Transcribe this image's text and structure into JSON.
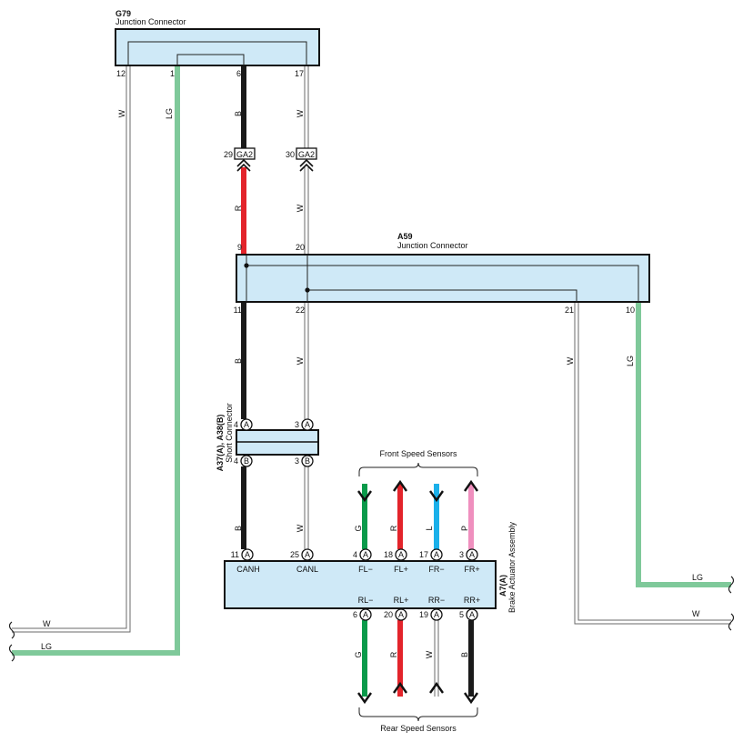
{
  "colors": {
    "box_fill": "#cfe9f7",
    "W": "#ffffff",
    "LG": "#7fc99a",
    "B": "#1a1a1a",
    "R": "#e3242b",
    "G": "#0a9a4a",
    "L": "#1ab0ea",
    "P": "#ef8fbe"
  },
  "g79": {
    "code": "G79",
    "name": "Junction Connector",
    "pins": [
      "12",
      "1",
      "6",
      "17"
    ],
    "wires": [
      "W",
      "LG",
      "B",
      "W"
    ]
  },
  "ga2": {
    "left_pin": "29",
    "right_pin": "30",
    "label": "GA2",
    "wires": [
      "R",
      "W"
    ]
  },
  "a59": {
    "code": "A59",
    "name": "Junction Connector",
    "top_pins": [
      "9",
      "20"
    ],
    "bottom_pins": [
      "11",
      "22",
      "21",
      "10"
    ],
    "wires_below": [
      "B",
      "W",
      "W",
      "LG"
    ]
  },
  "short_connector": {
    "code": "A37(A), A38(B)",
    "name": "Short Connector",
    "top_pins": [
      "4",
      "3"
    ],
    "top_letter": "A",
    "bottom_pins": [
      "4",
      "3"
    ],
    "bottom_letter": "B",
    "wires_below": [
      "B",
      "W"
    ]
  },
  "front_sensors": {
    "title": "Front Speed Sensors",
    "wires": [
      "G",
      "R",
      "L",
      "P"
    ]
  },
  "actuator": {
    "code": "A7(A)",
    "name": "Brake Actuator Assembly",
    "top_pins": [
      "11",
      "25",
      "4",
      "18",
      "17",
      "3"
    ],
    "top_labels": [
      "CANH",
      "CANL",
      "FL−",
      "FL+",
      "FR−",
      "FR+"
    ],
    "bottom_pins": [
      "6",
      "20",
      "19",
      "5"
    ],
    "bottom_labels": [
      "RL−",
      "RL+",
      "RR−",
      "RR+"
    ],
    "letter": "A"
  },
  "rear_sensors": {
    "title": "Rear Speed Sensors",
    "wires": [
      "G",
      "R",
      "W",
      "B"
    ]
  },
  "left_exit": {
    "wires": [
      "W",
      "LG"
    ]
  },
  "right_exit": {
    "wires": [
      "LG",
      "W"
    ]
  }
}
